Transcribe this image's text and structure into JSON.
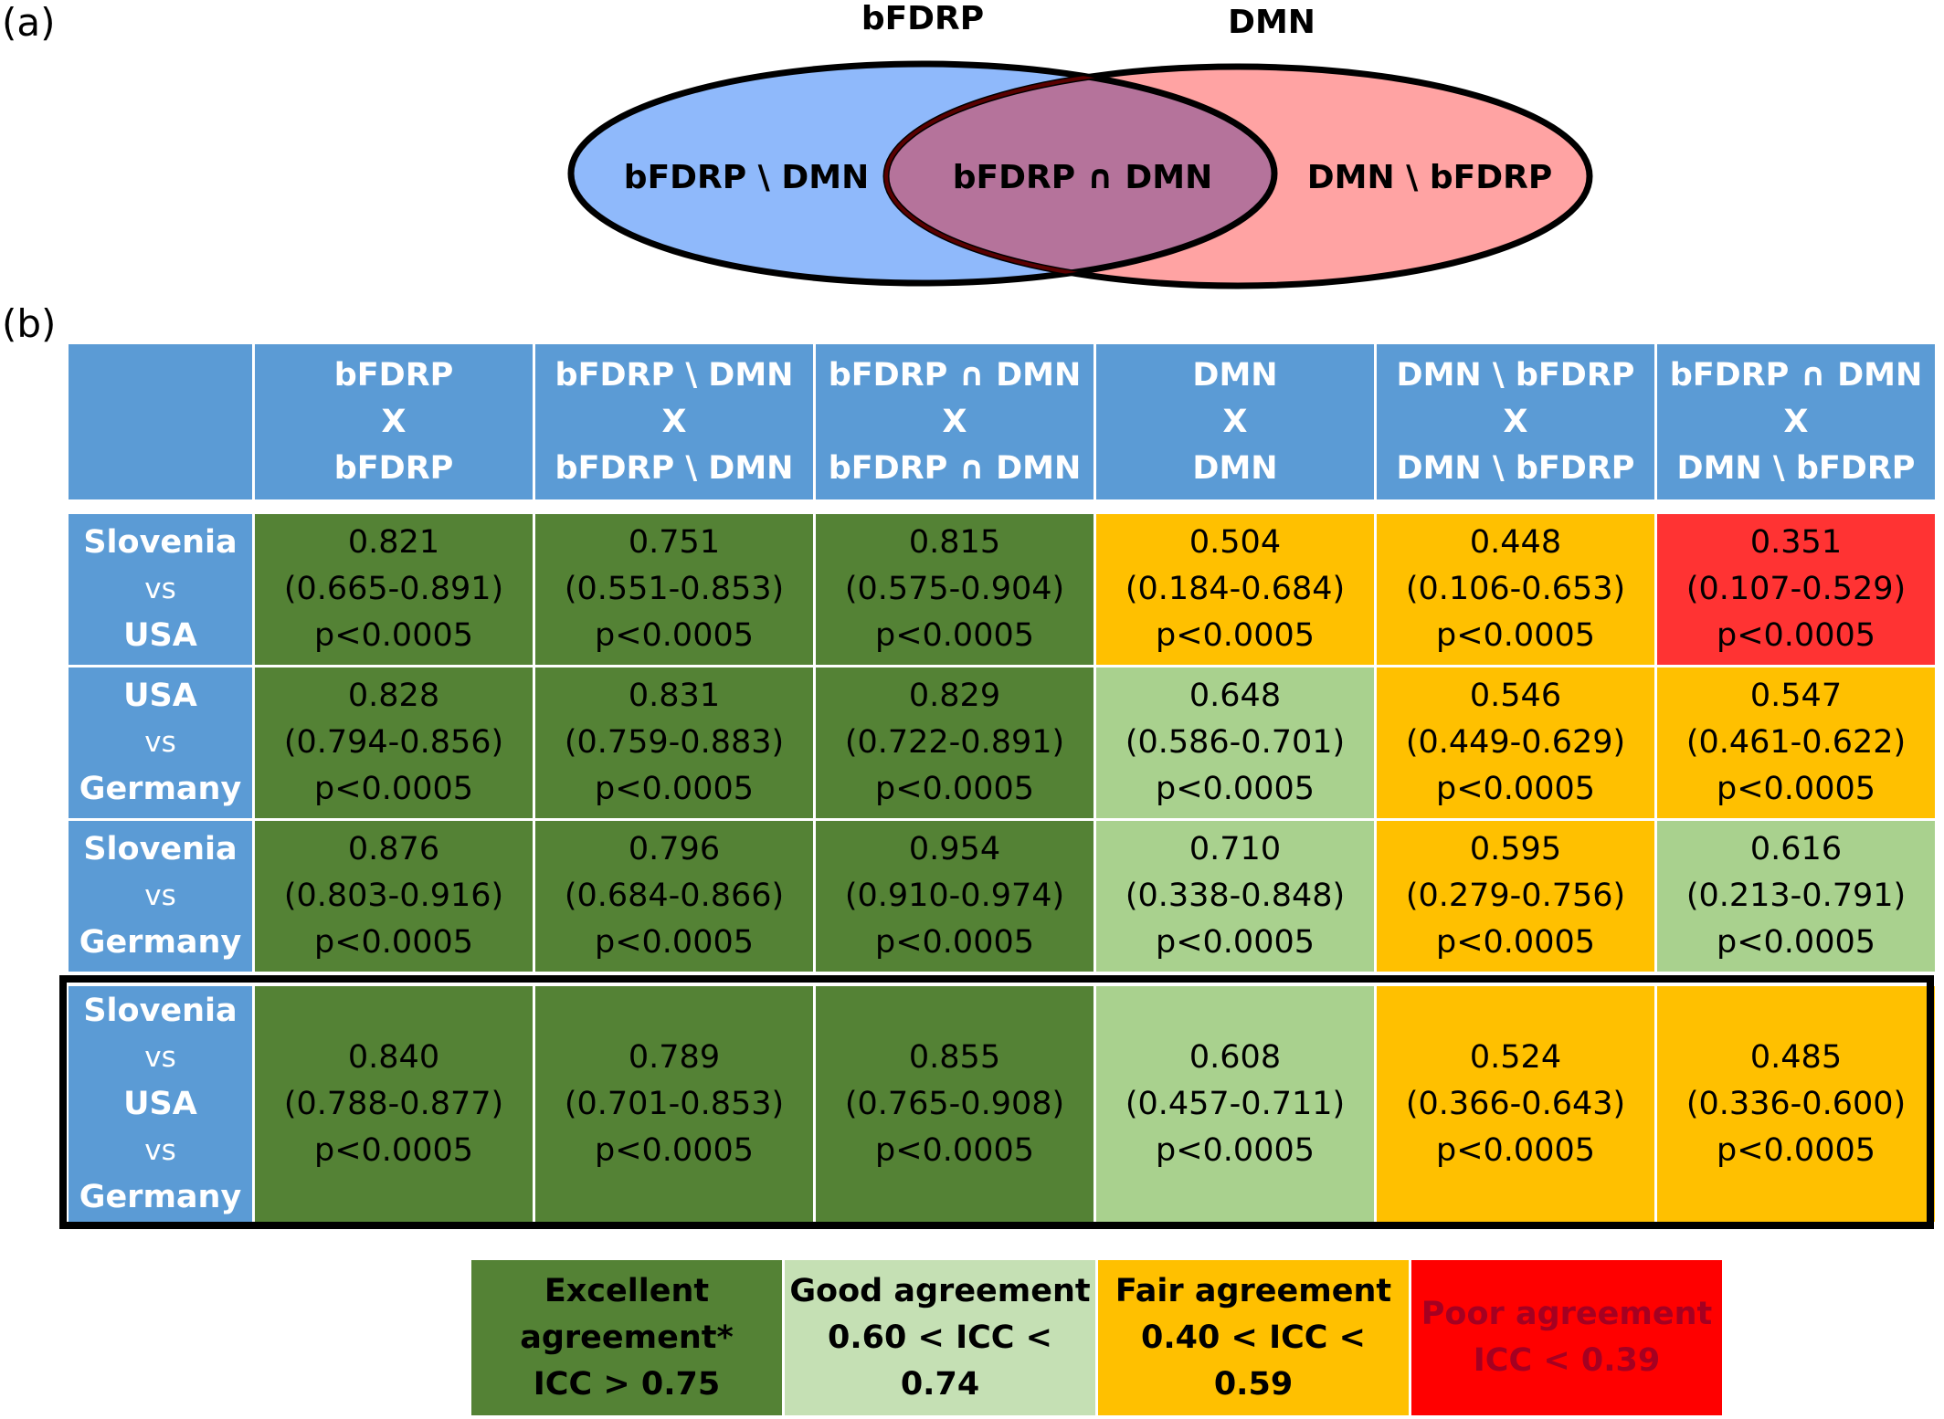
{
  "panel_a_label": "(a)",
  "panel_b_label": "(b)",
  "venn": {
    "left_set_title": "bFDRP",
    "right_set_title": "DMN",
    "left_only": "bFDRP \\ DMN",
    "intersection": "bFDRP ∩ DMN",
    "right_only": "DMN \\ bFDRP",
    "colors": {
      "left": "#8fb9fb",
      "right": "#ffa3a3",
      "intersection": "#b5739b"
    }
  },
  "table": {
    "columns": [
      [
        "bFDRP",
        "X",
        "bFDRP"
      ],
      [
        "bFDRP \\ DMN",
        "X",
        "bFDRP \\ DMN"
      ],
      [
        "bFDRP ∩ DMN",
        "X",
        "bFDRP ∩ DMN"
      ],
      [
        "DMN",
        "X",
        "DMN"
      ],
      [
        "DMN \\ bFDRP",
        "X",
        "DMN \\ bFDRP"
      ],
      [
        "bFDRP ∩ DMN",
        "X",
        "DMN \\ bFDRP"
      ]
    ],
    "rows": [
      {
        "label": [
          "Slovenia",
          "vs",
          "USA"
        ],
        "cells": [
          {
            "icc": "0.821",
            "ci": "(0.665-0.891)",
            "p": "p<0.0005",
            "level": "excellent"
          },
          {
            "icc": "0.751",
            "ci": "(0.551-0.853)",
            "p": "p<0.0005",
            "level": "excellent"
          },
          {
            "icc": "0.815",
            "ci": "(0.575-0.904)",
            "p": "p<0.0005",
            "level": "excellent"
          },
          {
            "icc": "0.504",
            "ci": "(0.184-0.684)",
            "p": "p<0.0005",
            "level": "fair"
          },
          {
            "icc": "0.448",
            "ci": "(0.106-0.653)",
            "p": "p<0.0005",
            "level": "fair"
          },
          {
            "icc": "0.351",
            "ci": "(0.107-0.529)",
            "p": "p<0.0005",
            "level": "poor"
          }
        ]
      },
      {
        "label": [
          "USA",
          "vs",
          "Germany"
        ],
        "cells": [
          {
            "icc": "0.828",
            "ci": "(0.794-0.856)",
            "p": "p<0.0005",
            "level": "excellent"
          },
          {
            "icc": "0.831",
            "ci": "(0.759-0.883)",
            "p": "p<0.0005",
            "level": "excellent"
          },
          {
            "icc": "0.829",
            "ci": "(0.722-0.891)",
            "p": "p<0.0005",
            "level": "excellent"
          },
          {
            "icc": "0.648",
            "ci": "(0.586-0.701)",
            "p": "p<0.0005",
            "level": "good"
          },
          {
            "icc": "0.546",
            "ci": "(0.449-0.629)",
            "p": "p<0.0005",
            "level": "fair"
          },
          {
            "icc": "0.547",
            "ci": "(0.461-0.622)",
            "p": "p<0.0005",
            "level": "fair"
          }
        ]
      },
      {
        "label": [
          "Slovenia",
          "vs",
          "Germany"
        ],
        "cells": [
          {
            "icc": "0.876",
            "ci": "(0.803-0.916)",
            "p": "p<0.0005",
            "level": "excellent"
          },
          {
            "icc": "0.796",
            "ci": "(0.684-0.866)",
            "p": "p<0.0005",
            "level": "excellent"
          },
          {
            "icc": "0.954",
            "ci": "(0.910-0.974)",
            "p": "p<0.0005",
            "level": "excellent"
          },
          {
            "icc": "0.710",
            "ci": "(0.338-0.848)",
            "p": "p<0.0005",
            "level": "good"
          },
          {
            "icc": "0.595",
            "ci": "(0.279-0.756)",
            "p": "p<0.0005",
            "level": "fair"
          },
          {
            "icc": "0.616",
            "ci": "(0.213-0.791)",
            "p": "p<0.0005",
            "level": "good"
          }
        ]
      },
      {
        "label": [
          "Slovenia",
          "vs",
          "USA",
          "vs",
          "Germany"
        ],
        "combined": true,
        "cells": [
          {
            "icc": "0.840",
            "ci": "(0.788-0.877)",
            "p": "p<0.0005",
            "level": "excellent"
          },
          {
            "icc": "0.789",
            "ci": "(0.701-0.853)",
            "p": "p<0.0005",
            "level": "excellent"
          },
          {
            "icc": "0.855",
            "ci": "(0.765-0.908)",
            "p": "p<0.0005",
            "level": "excellent"
          },
          {
            "icc": "0.608",
            "ci": "(0.457-0.711)",
            "p": "p<0.0005",
            "level": "good"
          },
          {
            "icc": "0.524",
            "ci": "(0.366-0.643)",
            "p": "p<0.0005",
            "level": "fair"
          },
          {
            "icc": "0.485",
            "ci": "(0.336-0.600)",
            "p": "p<0.0005",
            "level": "fair"
          }
        ]
      }
    ]
  },
  "legend": [
    {
      "lines": [
        "Excellent",
        "agreement*",
        "ICC > 0.75"
      ],
      "level": "excellent",
      "color": "#548235"
    },
    {
      "lines": [
        "Good agreement",
        "0.60 < ICC < 0.74"
      ],
      "level": "good",
      "color": "#c5e0b4"
    },
    {
      "lines": [
        "Fair agreement",
        "0.40 < ICC < 0.59"
      ],
      "level": "fair",
      "color": "#ffc000"
    },
    {
      "lines": [
        "Poor agreement",
        "ICC < 0.39"
      ],
      "level": "poor",
      "color": "#ff0000"
    }
  ]
}
